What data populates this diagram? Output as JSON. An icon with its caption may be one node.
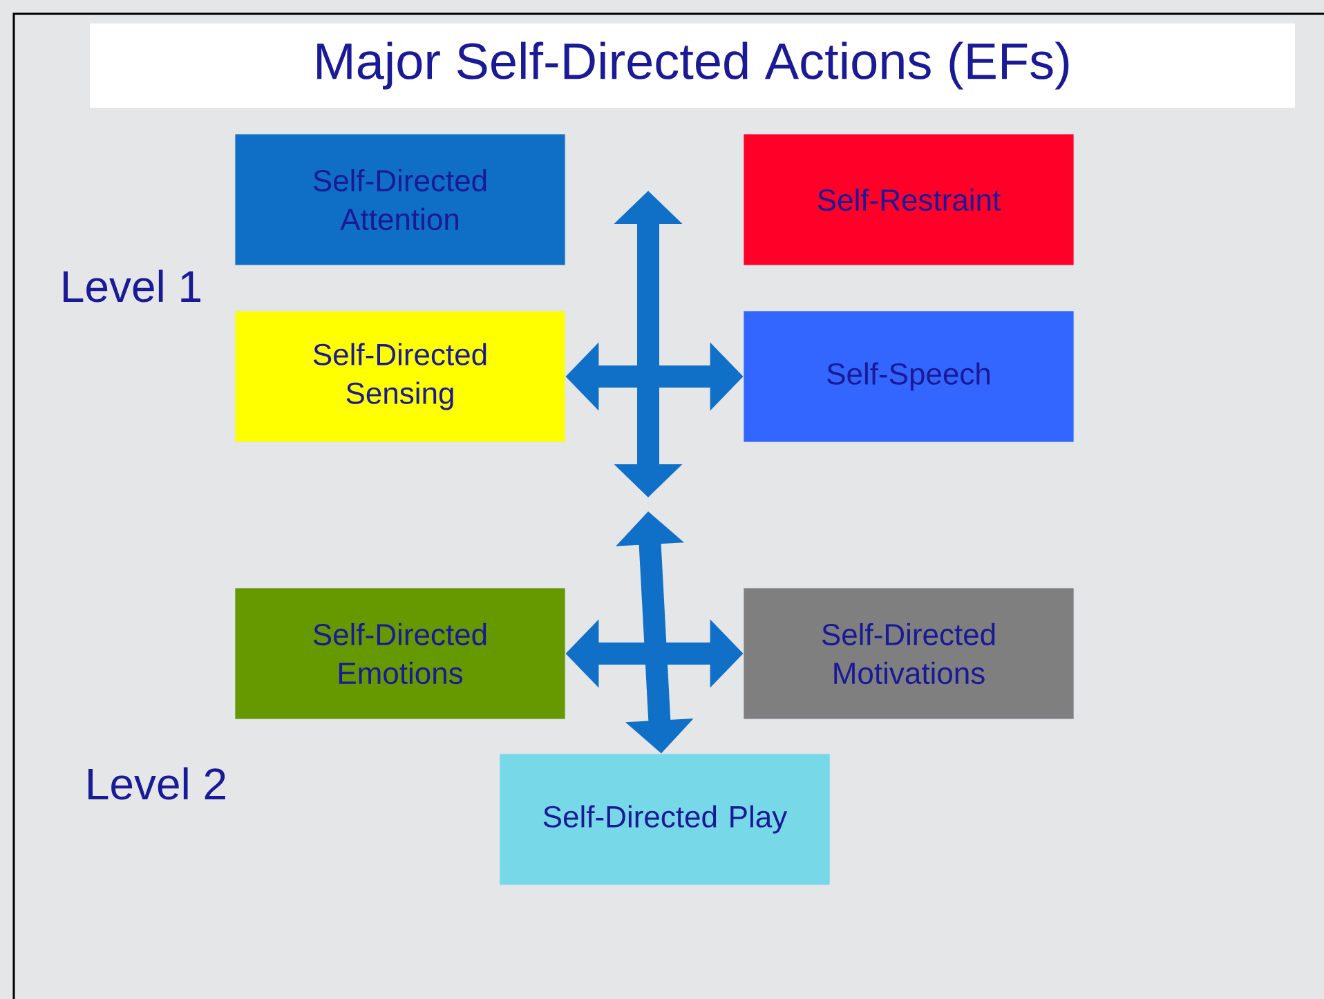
{
  "diagram": {
    "title": "Major Self-Directed Actions (EFs)",
    "nodes": [
      {
        "text": [
          "Self-Directed Attention"
        ]
      },
      {
        "text": [
          "Self-Restraint"
        ]
      },
      {
        "text": [
          "Self-Directed Sensing"
        ]
      },
      {
        "text": [
          "Self-Speech"
        ]
      },
      {
        "text": [
          "Self-Directed Emotions"
        ]
      },
      {
        "text": [
          "Self-Directed Motivations"
        ]
      },
      {
        "text": [
          "Self-Directed Play"
        ]
      }
    ],
    "edges": [
      {
        "from": 2,
        "to": 3,
        "arrow": "both"
      },
      {
        "from": 4,
        "to": 5,
        "arrow": "both"
      },
      {
        "from": null,
        "to": 6,
        "arrow": "both"
      }
    ],
    "labels": [
      "Level 1",
      "Level 2"
    ]
  }
}
